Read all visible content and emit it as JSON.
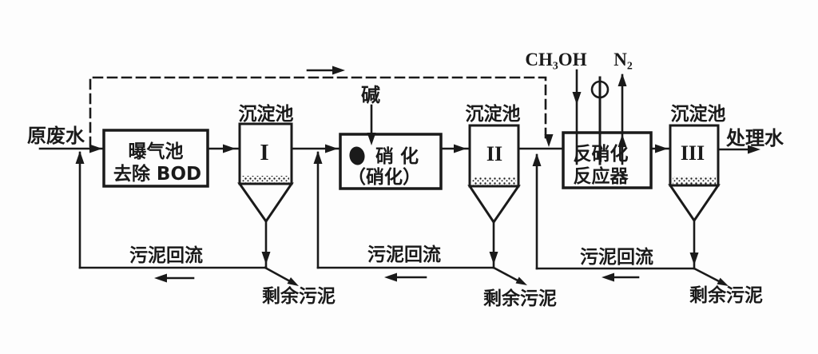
{
  "colors": {
    "ink": "#1a1a1a",
    "paper": "#fdfdfd"
  },
  "flow": {
    "influent": "原废水",
    "effluent": "处理水"
  },
  "stage1": {
    "box_line1": "曝气池",
    "box_line2": "去除 BOD",
    "clarifier_label": "沉淀池",
    "clarifier_numeral": "I",
    "sludge_return": "污泥回流",
    "excess_sludge": "剩余污泥"
  },
  "stage2": {
    "alkali": "碱",
    "box_line1": "硝 化",
    "box_line2": "（硝化）",
    "clarifier_label": "沉淀池",
    "clarifier_numeral": "II",
    "sludge_return": "污泥回流",
    "excess_sludge": "剩余污泥"
  },
  "stage3": {
    "methanol": "CH₃OH",
    "nitrogen_gas": "N₂",
    "box_line1": "反硝化",
    "box_line2": "反应器",
    "clarifier_label": "沉淀池",
    "clarifier_numeral": "III",
    "sludge_return": "污泥回流",
    "excess_sludge": "剩余污泥"
  }
}
